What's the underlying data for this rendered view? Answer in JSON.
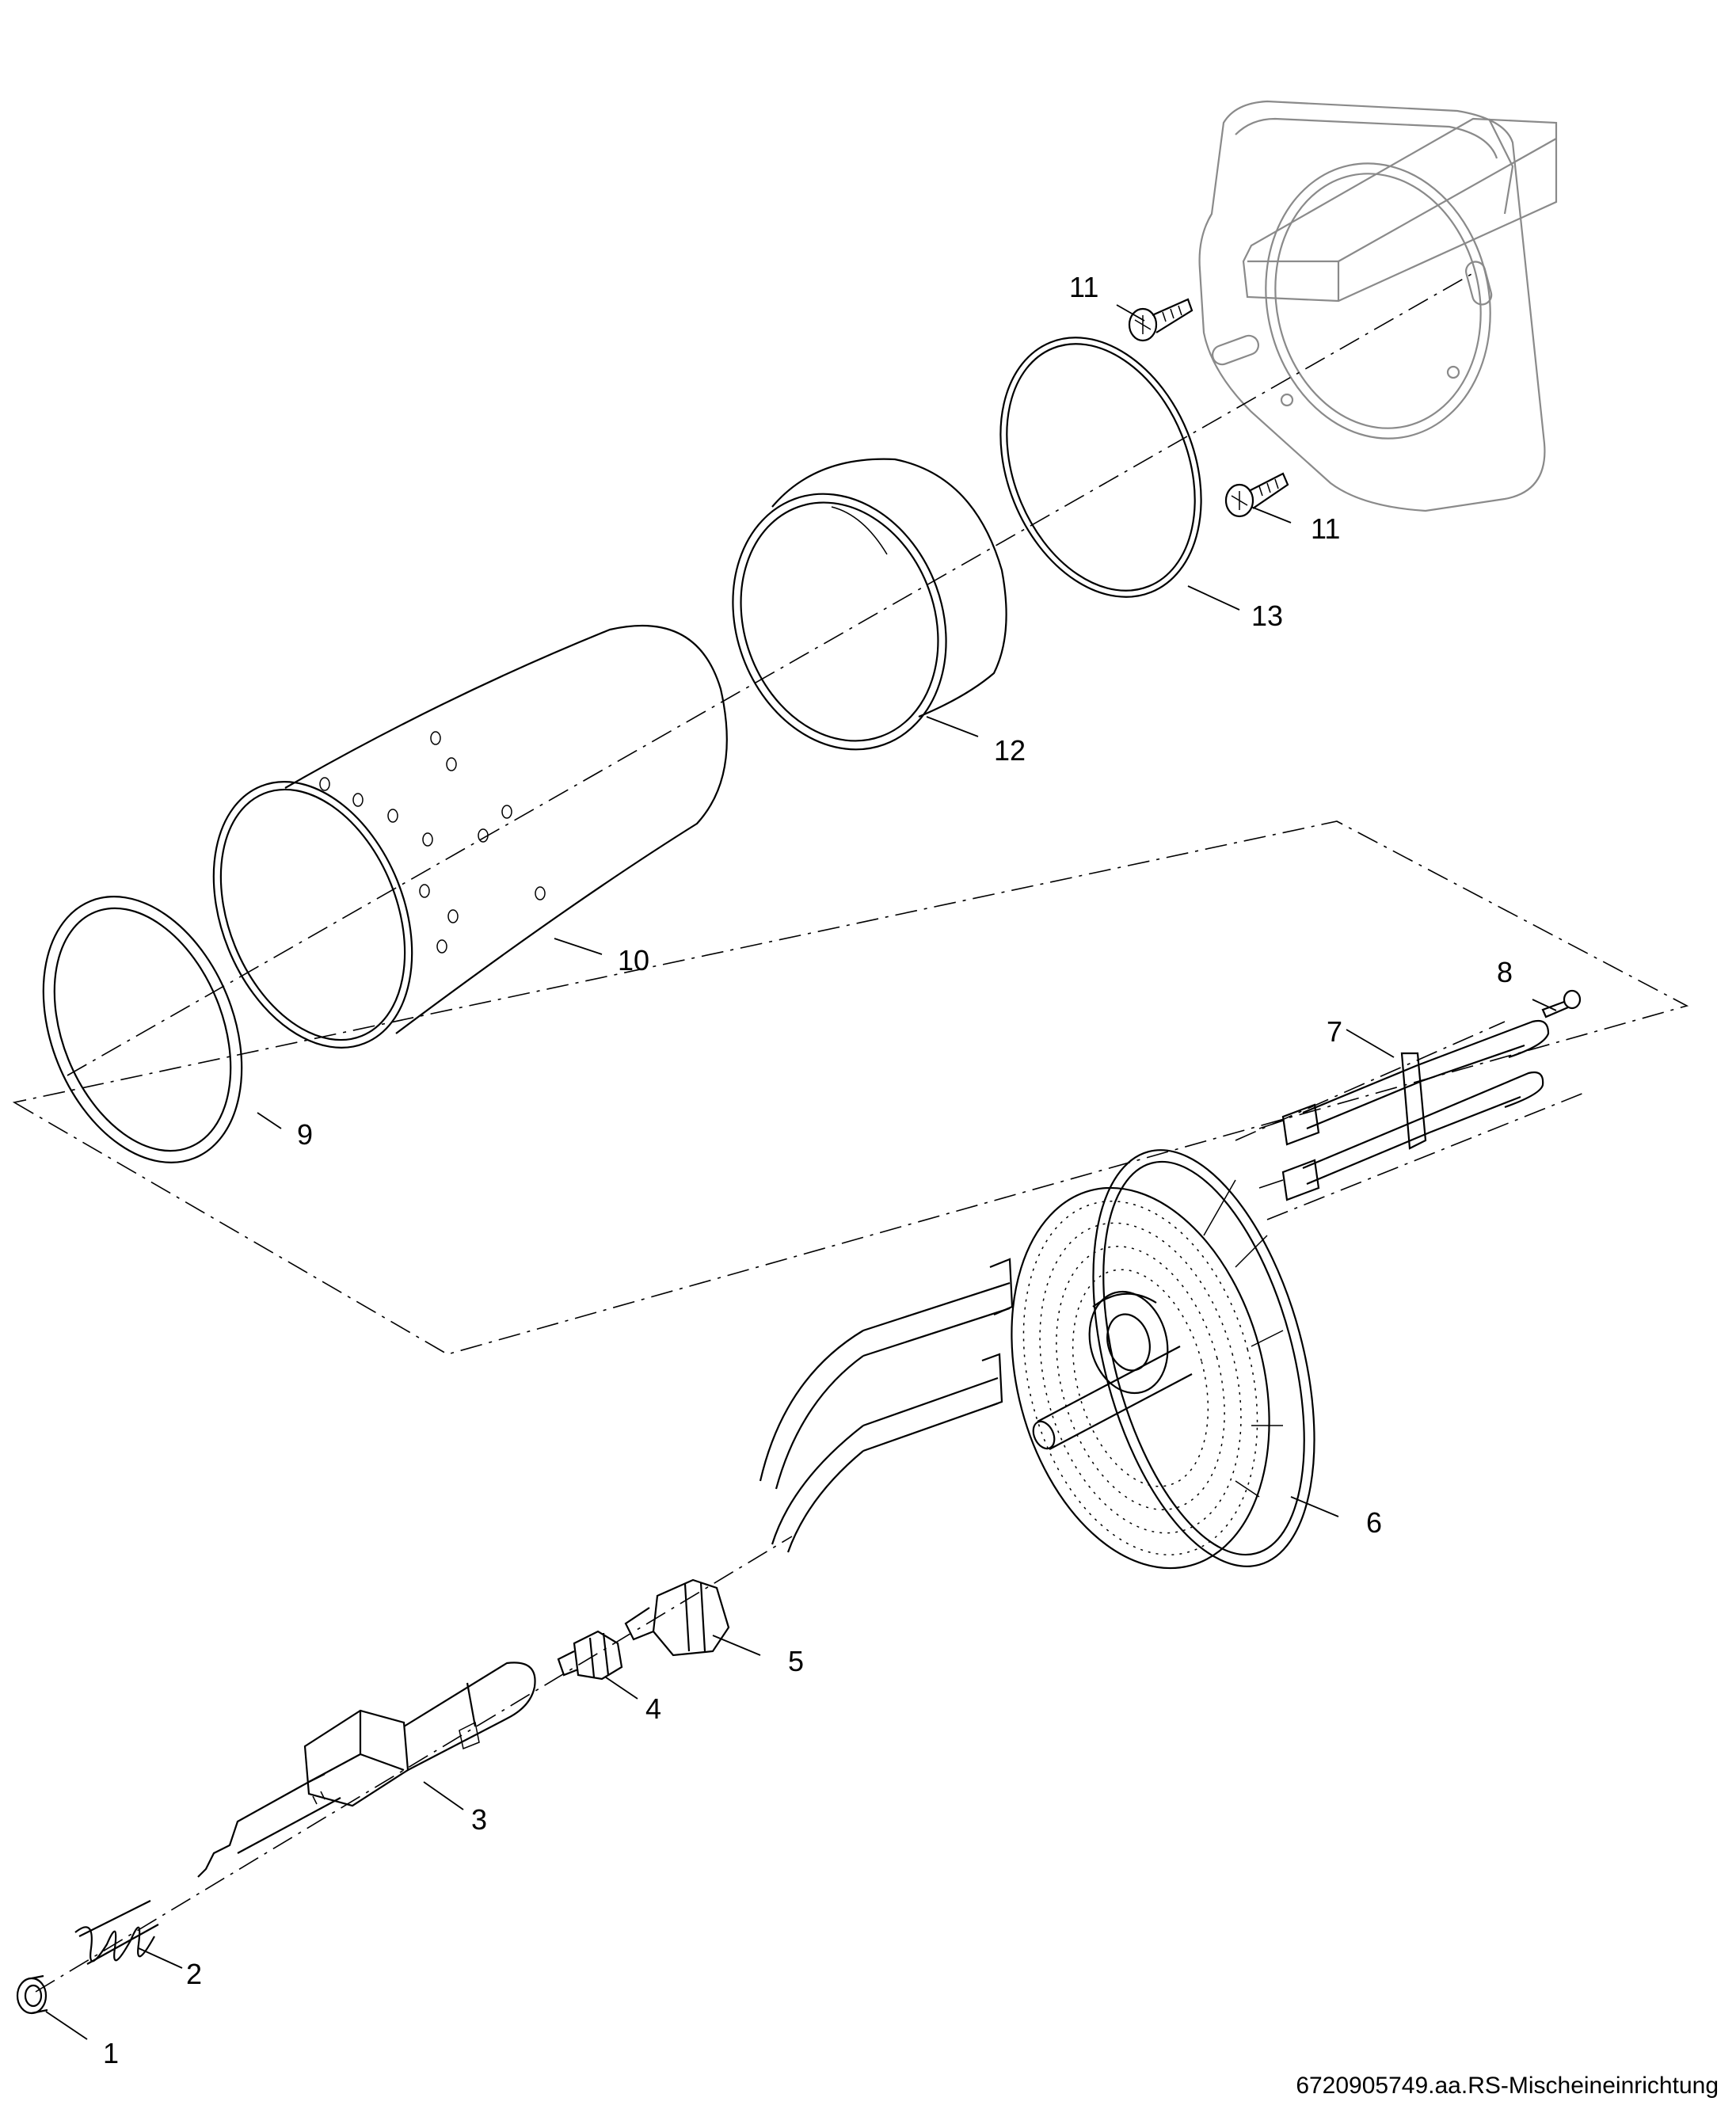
{
  "callouts": {
    "n1": "1",
    "n2": "2",
    "n3": "3",
    "n4": "4",
    "n5": "5",
    "n6": "6",
    "n7": "7",
    "n8": "8",
    "n9": "9",
    "n10": "10",
    "n11": "11",
    "n12": "12",
    "n13": "13"
  },
  "caption": "6720905749.aa.RS-Mischeineinrichtung"
}
